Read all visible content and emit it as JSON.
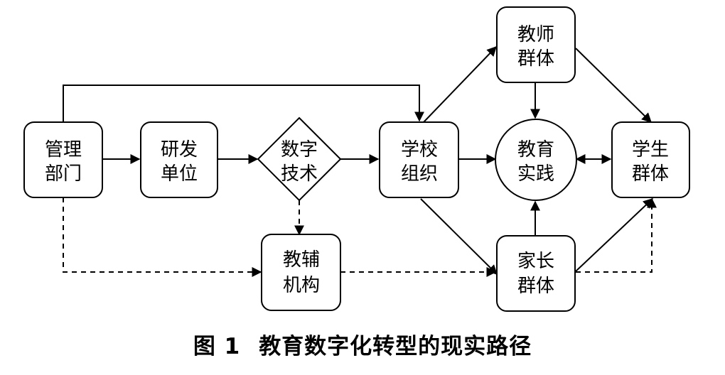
{
  "nodes": {
    "guanli": [
      "管理",
      "部门"
    ],
    "yanfa": [
      "研发",
      "单位"
    ],
    "shuzi": [
      "数字",
      "技术"
    ],
    "jiaofu": [
      "教辅",
      "机构"
    ],
    "xuexiao": [
      "学校",
      "组织"
    ],
    "jiaoshi": [
      "教师",
      "群体"
    ],
    "jiaoyu": [
      "教育",
      "实践"
    ],
    "jiazhang": [
      "家长",
      "群体"
    ],
    "xuesheng": [
      "学生",
      "群体"
    ]
  },
  "caption": {
    "figure_label": "图 1",
    "title": "教育数字化转型的现实路径"
  }
}
